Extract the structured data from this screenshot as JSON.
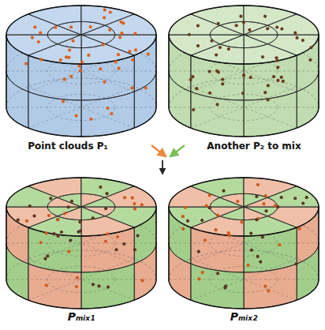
{
  "diagram": {
    "labels": [
      "Point clouds P₁",
      "Another P₂ to mix",
      "Pₘᵢₓ₁",
      "Pₘᵢₓ₂"
    ]
  }
}
